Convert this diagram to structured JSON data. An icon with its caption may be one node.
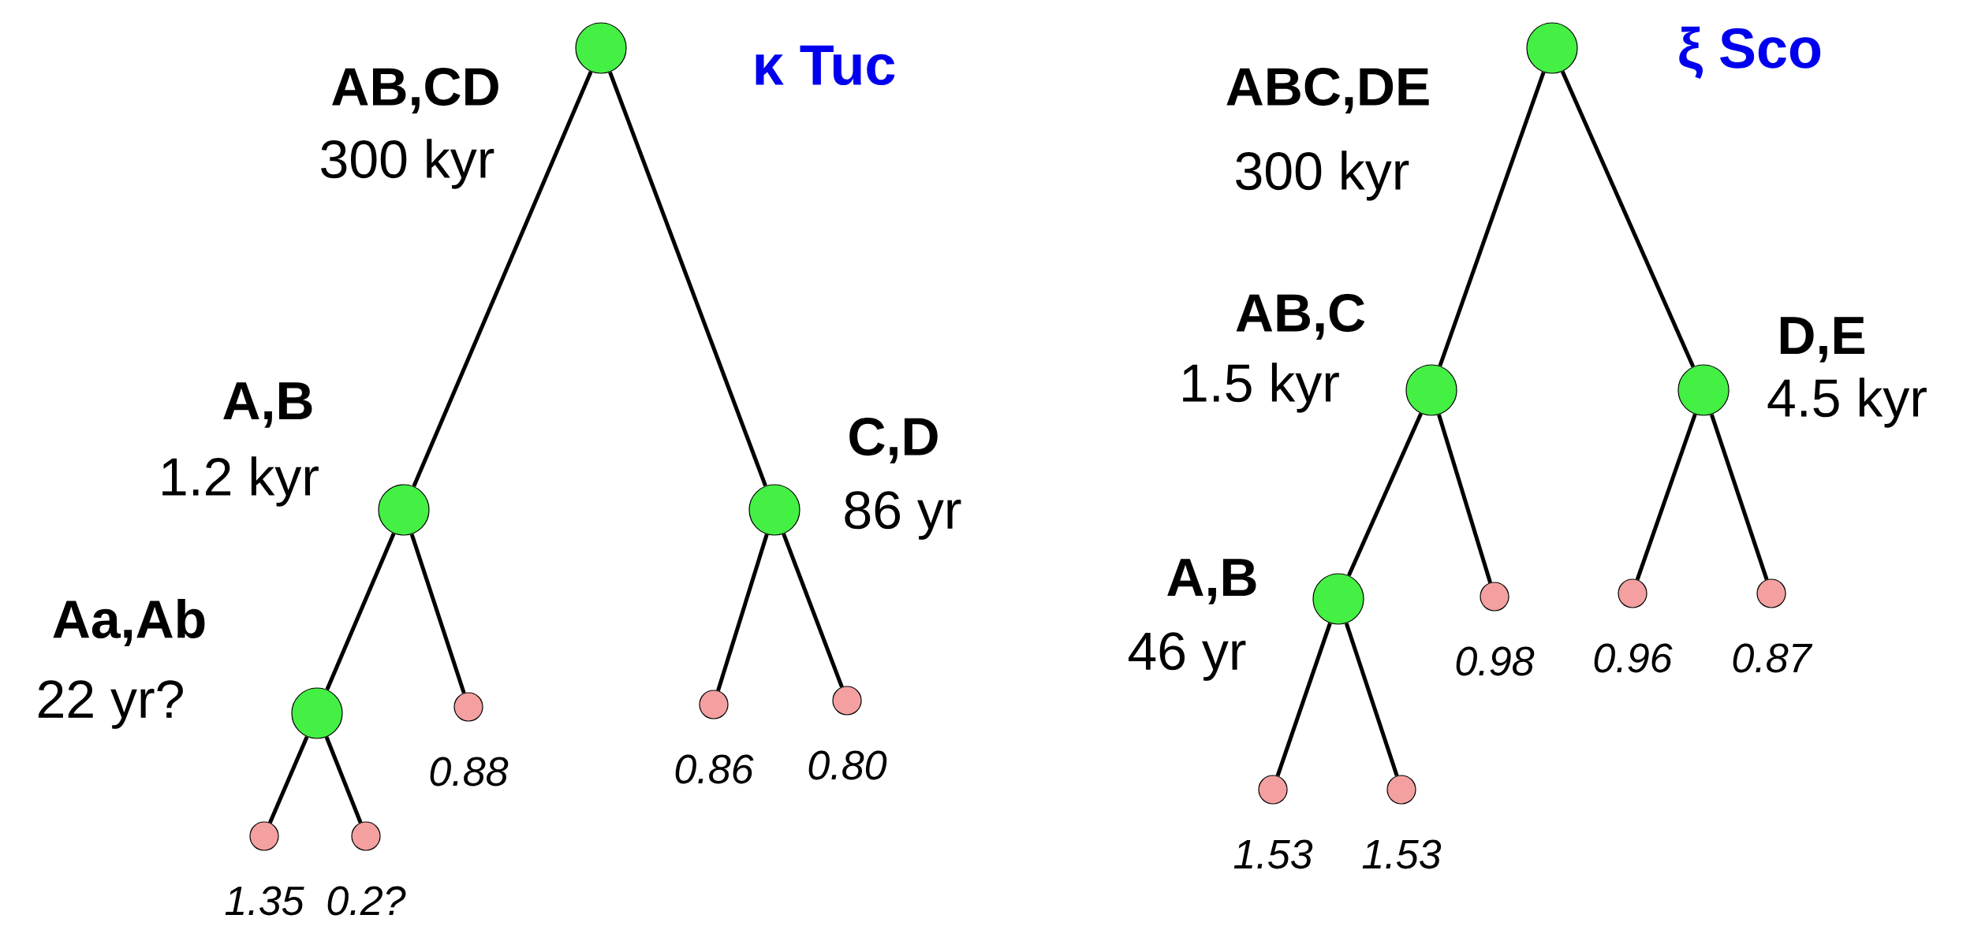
{
  "diagram": {
    "nodes": [
      {
        "text": [],
        "shape": "circle",
        "beside": [
          "AB,CD",
          "300 kyr"
        ]
      },
      {
        "text": [],
        "shape": "circle",
        "beside": [
          "A,B",
          "1.2 kyr"
        ]
      },
      {
        "text": [],
        "shape": "circle",
        "beside": [
          "C,D",
          "86 yr"
        ]
      },
      {
        "text": [],
        "shape": "circle",
        "beside": [
          "Aa,Ab",
          "22 yr?"
        ]
      },
      {
        "text": [],
        "shape": "circle",
        "beside": [
          "0.88"
        ]
      },
      {
        "text": [],
        "shape": "circle",
        "beside": [
          "0.86"
        ]
      },
      {
        "text": [],
        "shape": "circle",
        "beside": [
          "0.80"
        ]
      },
      {
        "text": [],
        "shape": "circle",
        "beside": [
          "1.35"
        ]
      },
      {
        "text": [],
        "shape": "circle",
        "beside": [
          "0.2?"
        ]
      },
      {
        "text": [],
        "shape": "circle",
        "beside": [
          "ABC,DE",
          "300 kyr"
        ]
      },
      {
        "text": [],
        "shape": "circle",
        "beside": [
          "AB,C",
          "1.5 kyr"
        ]
      },
      {
        "text": [],
        "shape": "circle",
        "beside": [
          "D,E",
          "4.5 kyr"
        ]
      },
      {
        "text": [],
        "shape": "circle",
        "beside": [
          "A,B",
          "46 yr"
        ]
      },
      {
        "text": [],
        "shape": "circle",
        "beside": [
          "0.98"
        ]
      },
      {
        "text": [],
        "shape": "circle",
        "beside": [
          "0.96"
        ]
      },
      {
        "text": [],
        "shape": "circle",
        "beside": [
          "0.87"
        ]
      },
      {
        "text": [],
        "shape": "circle",
        "beside": [
          "1.53"
        ]
      },
      {
        "text": [],
        "shape": "circle",
        "beside": [
          "1.53"
        ]
      }
    ],
    "edges": [
      {
        "from": 0,
        "to": 1,
        "arrow": "none"
      },
      {
        "from": 0,
        "to": 2,
        "arrow": "none"
      },
      {
        "from": 1,
        "to": 3,
        "arrow": "none"
      },
      {
        "from": 1,
        "to": 4,
        "arrow": "none"
      },
      {
        "from": 2,
        "to": 5,
        "arrow": "none"
      },
      {
        "from": 2,
        "to": 6,
        "arrow": "none"
      },
      {
        "from": 3,
        "to": 7,
        "arrow": "none"
      },
      {
        "from": 3,
        "to": 8,
        "arrow": "none"
      },
      {
        "from": 9,
        "to": 10,
        "arrow": "none"
      },
      {
        "from": 9,
        "to": 11,
        "arrow": "none"
      },
      {
        "from": 10,
        "to": 12,
        "arrow": "none"
      },
      {
        "from": 10,
        "to": 13,
        "arrow": "none"
      },
      {
        "from": 11,
        "to": 14,
        "arrow": "none"
      },
      {
        "from": 11,
        "to": 15,
        "arrow": "none"
      },
      {
        "from": 12,
        "to": 16,
        "arrow": "none"
      },
      {
        "from": 12,
        "to": 17,
        "arrow": "none"
      }
    ],
    "labels": [
      "κ Tuc",
      "ξ Sco"
    ]
  }
}
